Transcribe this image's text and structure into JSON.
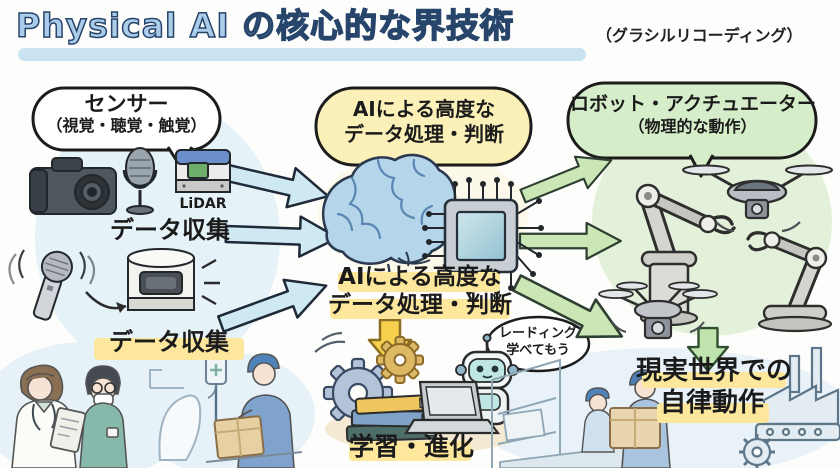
{
  "title": {
    "main": "Physical AI の核心的な界技術",
    "note": "（グラシルリコーディング）"
  },
  "sensor": {
    "bubble_line1": "センサー",
    "bubble_line2": "（視覚・聴覚・触覚）",
    "lidar_label": "LiDAR",
    "data_collection_top": "データ収集",
    "data_collection_bottom": "データ収集"
  },
  "ai": {
    "bubble_line1": "AIによる高度な",
    "bubble_line2": "データ処理・判断",
    "caption_line1": "AIによる高度な",
    "caption_line2": "データ処理・判断"
  },
  "robot": {
    "bubble_line1": "ロボット・アクチュエーター",
    "bubble_line2": "（物理的な動作）",
    "speech_line1": "レードィング",
    "speech_line2": "学べてもう"
  },
  "learning": {
    "label": "学習・進化"
  },
  "real_world": {
    "line1": "現実世界での",
    "line2": "自律動作"
  },
  "colors": {
    "title_fill": "#abcdea",
    "title_outline": "#27456b",
    "bubble_yellow": "#fbf0b8",
    "bubble_green": "#d6edca",
    "marker_highlight": "#fce79c",
    "arrow_blue": "#cfe9f2",
    "arrow_green": "#cbe7b6",
    "arrow_yellow": "#f7d14d",
    "brain_blue": "#b5d6ea"
  }
}
